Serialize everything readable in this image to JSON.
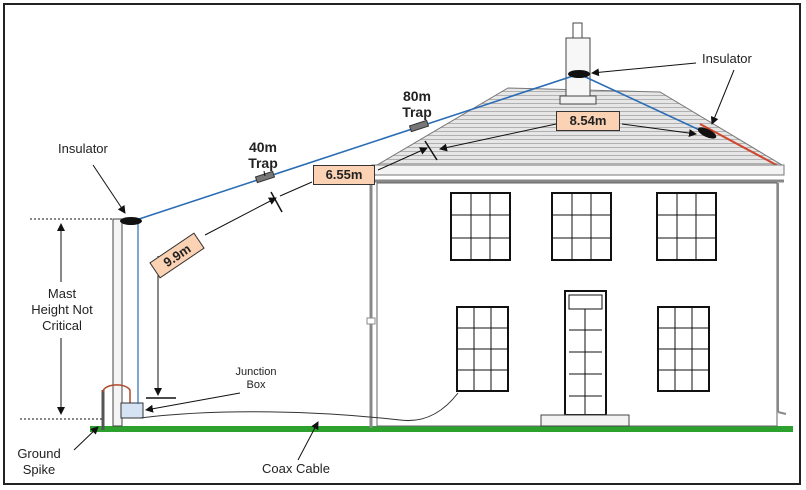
{
  "labels": {
    "insulator_left": "Insulator",
    "insulator_right": "Insulator",
    "trap_40m_line1": "40m",
    "trap_40m_line2": "Trap",
    "trap_80m_line1": "80m",
    "trap_80m_line2": "Trap",
    "mast_line1": "Mast",
    "mast_line2": "Height Not",
    "mast_line3": "Critical",
    "junction_line1": "Junction",
    "junction_line2": "Box",
    "ground_line1": "Ground",
    "ground_line2": "Spike",
    "coax": "Coax Cable"
  },
  "measurements": {
    "left_drop": "9.9m",
    "mid_span": "6.55m",
    "roof_span": "8.54m"
  },
  "colors": {
    "antenna_wire": "#2a6db5",
    "ground": "#2da12d",
    "measurement_fill": "#fbd2b4",
    "roof": "#c9c9c9"
  }
}
